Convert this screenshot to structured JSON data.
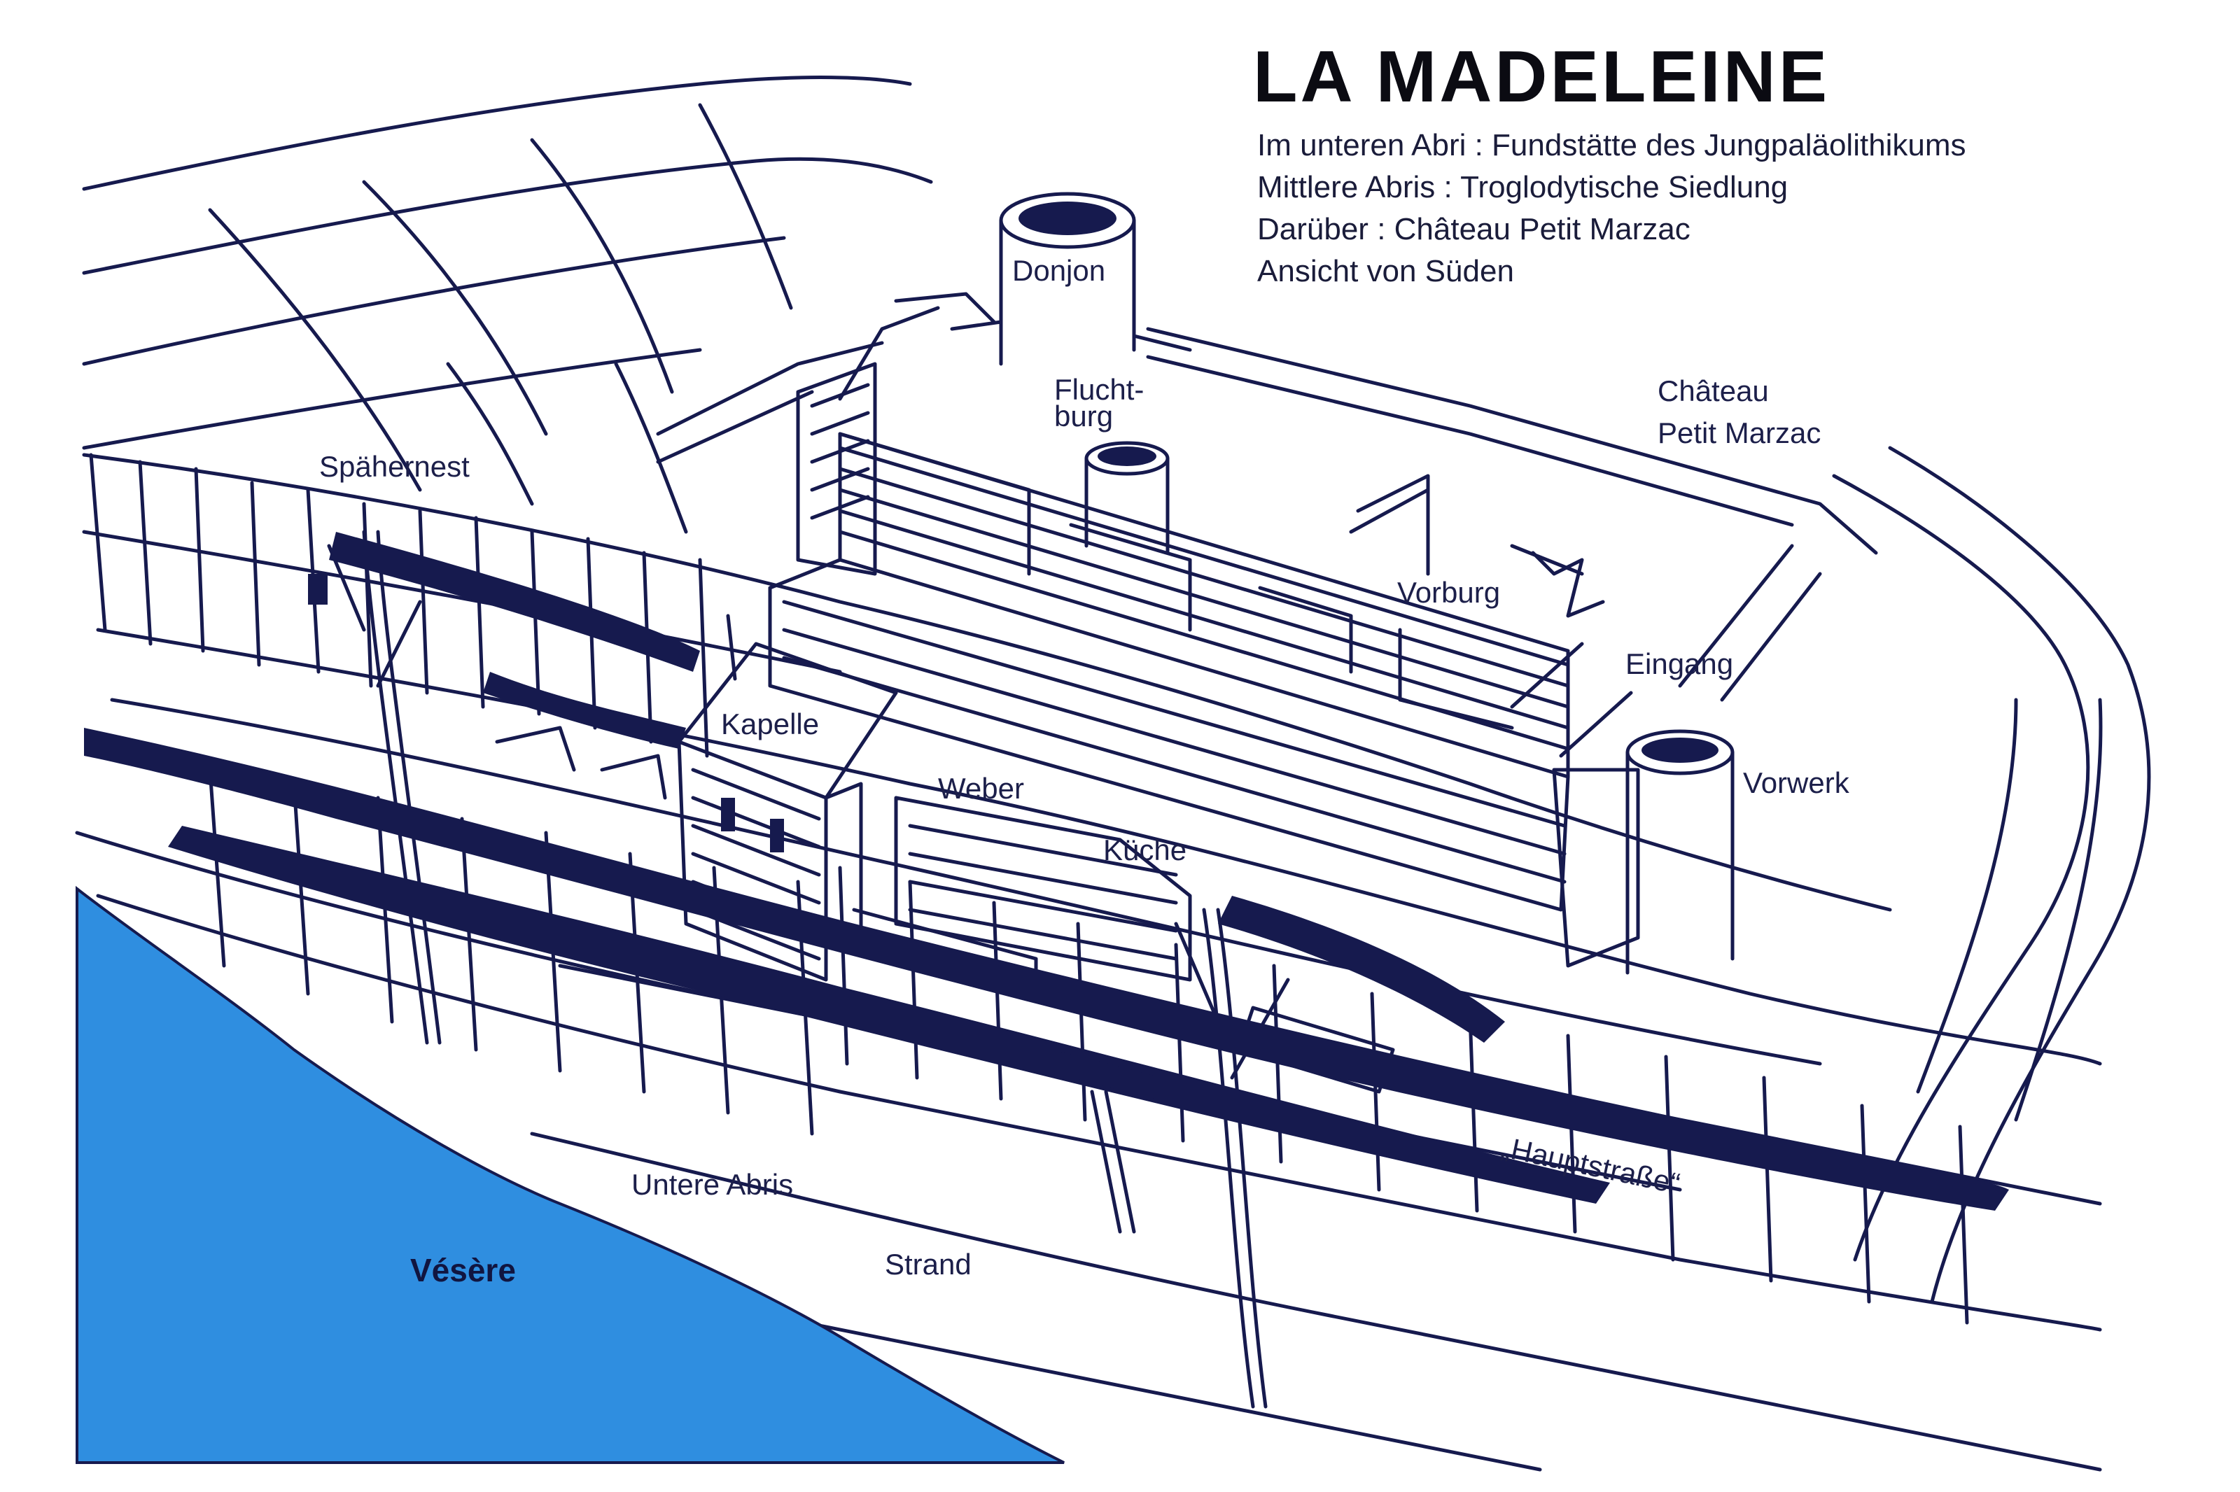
{
  "header": {
    "title": "LA MADELEINE",
    "lines": [
      "Im unteren Abri : Fundstätte des Jungpaläolithikums",
      "Mittlere Abris : Troglodytische Siedlung",
      "Darüber :  Château Petit Marzac",
      "Ansicht von Süden"
    ]
  },
  "labels": {
    "donjon": "Donjon",
    "fluchtburg_1": "Flucht-",
    "fluchtburg_2": "burg",
    "chateau_1": "Château",
    "chateau_2": "Petit Marzac",
    "spahernest": "Spähernest",
    "vorburg": "Vorburg",
    "eingang": "Eingang",
    "kapelle": "Kapelle",
    "weber": "Weber",
    "kuche": "Küche",
    "vorwerk": "Vorwerk",
    "hauptstrasse": "„Hauptstraße“",
    "untere_abris": "Untere Abris",
    "vesere": "Vésère",
    "strand": "Strand"
  },
  "colors": {
    "ink": "#161a4e",
    "river": "#2f8ee0",
    "background": "#ffffff",
    "title": "#0b0b12"
  }
}
